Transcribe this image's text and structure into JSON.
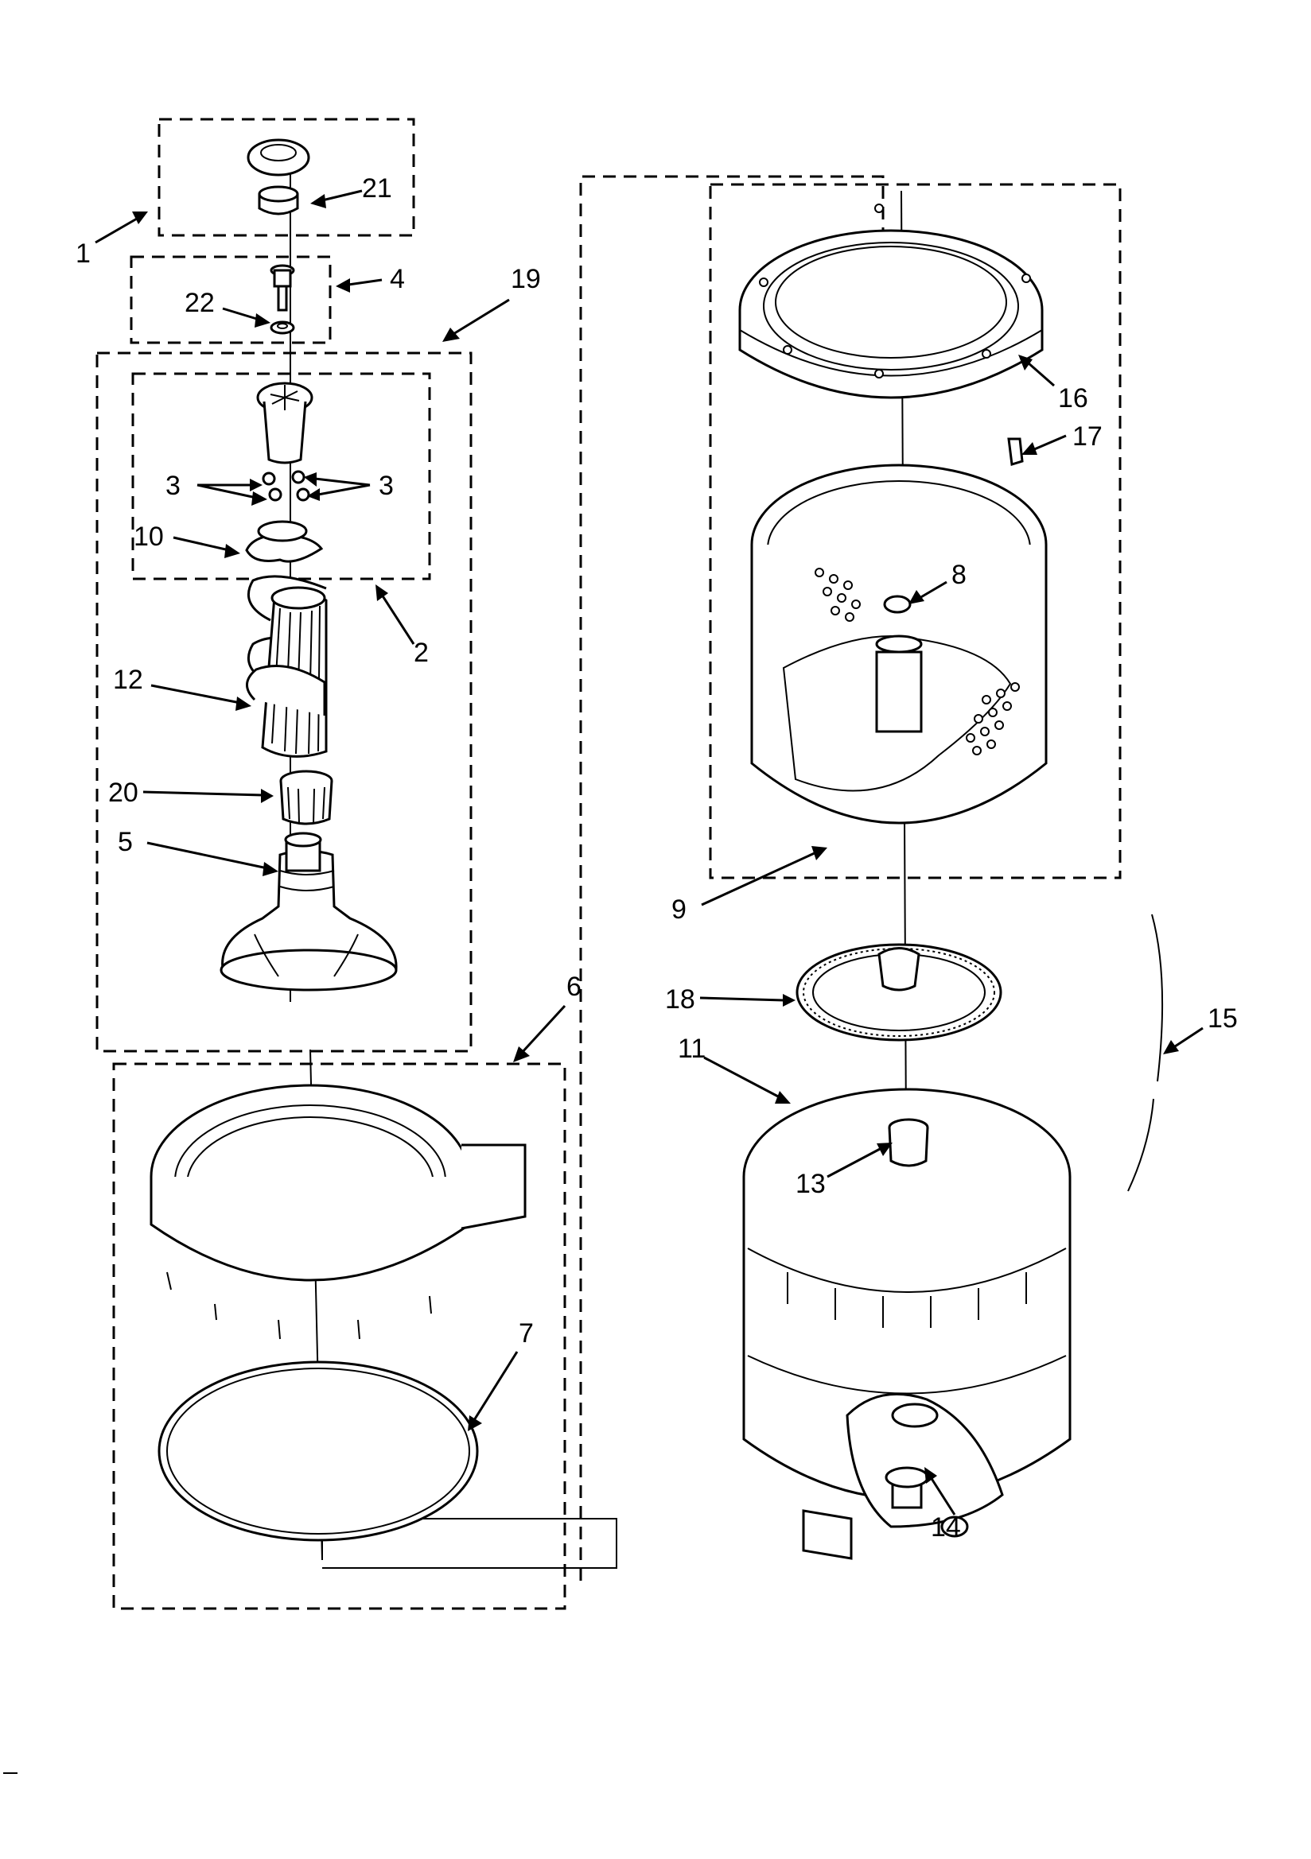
{
  "diagram": {
    "callouts": [
      {
        "id": "c1",
        "text": "1"
      },
      {
        "id": "c21",
        "text": "21"
      },
      {
        "id": "c4",
        "text": "4"
      },
      {
        "id": "c22",
        "text": "22"
      },
      {
        "id": "c19",
        "text": "19"
      },
      {
        "id": "c3a",
        "text": "3"
      },
      {
        "id": "c3b",
        "text": "3"
      },
      {
        "id": "c10",
        "text": "10"
      },
      {
        "id": "c2",
        "text": "2"
      },
      {
        "id": "c12",
        "text": "12"
      },
      {
        "id": "c20",
        "text": "20"
      },
      {
        "id": "c5",
        "text": "5"
      },
      {
        "id": "c6",
        "text": "6"
      },
      {
        "id": "c7",
        "text": "7"
      },
      {
        "id": "c16",
        "text": "16"
      },
      {
        "id": "c17",
        "text": "17"
      },
      {
        "id": "c8",
        "text": "8"
      },
      {
        "id": "c9",
        "text": "9"
      },
      {
        "id": "c18",
        "text": "18"
      },
      {
        "id": "c11",
        "text": "11"
      },
      {
        "id": "c15",
        "text": "15"
      },
      {
        "id": "c13",
        "text": "13"
      },
      {
        "id": "c14",
        "text": "14"
      }
    ]
  }
}
